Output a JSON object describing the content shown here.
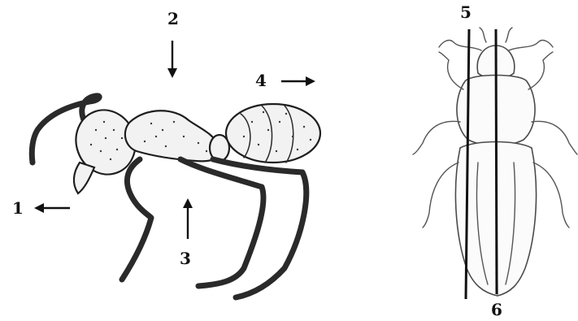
{
  "labels": {
    "l1": "1",
    "l2": "2",
    "l3": "3",
    "l4": "4",
    "l5": "5",
    "l6": "6"
  },
  "colors": {
    "ink": "#111111",
    "background": "#ffffff"
  },
  "figures": {
    "left": "ant-lateral-view",
    "right": "beetle-dorsal-view"
  }
}
